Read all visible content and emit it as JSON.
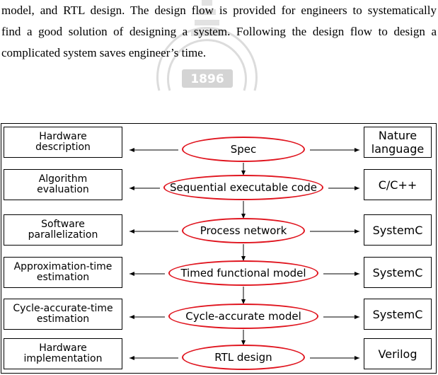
{
  "paragraph": {
    "lines": [
      "model, and RTL design. The design flow is provided for engineers to systematically",
      "find a good solution of designing a system. Following the design flow to design a",
      "complicated system saves engineer’s time."
    ]
  },
  "watermark": {
    "year": "1896"
  },
  "flow": {
    "stages": [
      {
        "left": "Hardware\ndescription",
        "center": "Spec",
        "right": "Nature\nlanguage"
      },
      {
        "left": "Algorithm\nevaluation",
        "center": "Sequential executable code",
        "right": "C/C++"
      },
      {
        "left": "Software\nparallelization",
        "center": "Process network",
        "right": "SystemC"
      },
      {
        "left": "Approximation-time\nestimation",
        "center": "Timed functional model",
        "right": "SystemC"
      },
      {
        "left": "Cycle-accurate-time\nestimation",
        "center": "Cycle-accurate model",
        "right": "SystemC"
      },
      {
        "left": "Hardware\nimplementation",
        "center": "RTL design",
        "right": "Verilog"
      }
    ]
  },
  "colors": {
    "oval_border": "#e0141e",
    "watermark": "#d8d8d8"
  }
}
